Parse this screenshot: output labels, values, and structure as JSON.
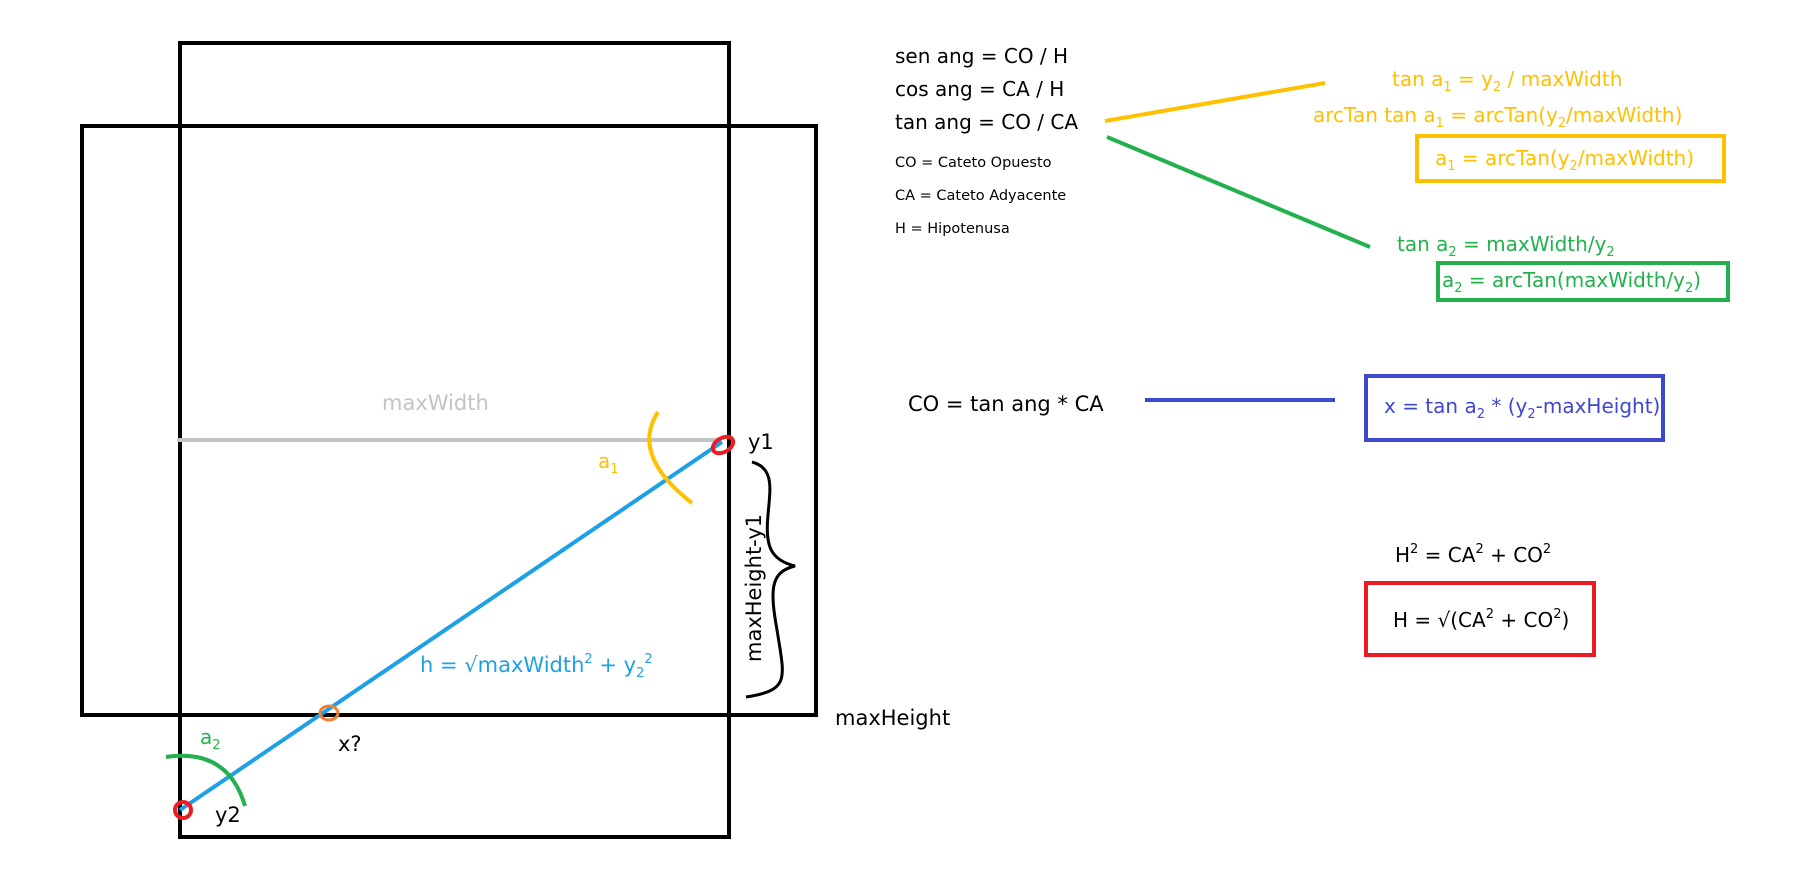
{
  "diagram": {
    "labels": {
      "max_width": "maxWidth",
      "a1": "a",
      "a1_sub": "1",
      "y1": "y1",
      "max_height_minus_y1": "maxHeight-y1",
      "max_height": "maxHeight",
      "a2": "a",
      "a2_sub": "2",
      "y2": "y2",
      "x_question": "x?",
      "hypotenuse_prefix": "h = √maxWidth",
      "hypotenuse_sup": "2",
      "hypotenuse_plus": " + y",
      "hypotenuse_sub": "2",
      "hypotenuse_sup2": "2"
    },
    "definitions": {
      "sen": "sen ang = CO / H",
      "cos": "cos ang = CA / H",
      "tan": "tan ang = CO / CA",
      "co": "CO = Cateto Opuesto",
      "ca": "CA = Cateto Adyacente",
      "h": "H = Hipotenusa"
    },
    "yellow_formulas": {
      "line1_a": "tan a",
      "line1_sub1": "1",
      "line1_b": " = y",
      "line1_sub2": "2",
      "line1_c": " / maxWidth",
      "line2_a": "arcTan tan a",
      "line2_sub1": "1",
      "line2_b": " = arcTan(y",
      "line2_sub2": "2",
      "line2_c": "/maxWidth)",
      "boxed_a": "a",
      "boxed_sub1": "1",
      "boxed_b": " = arcTan(y",
      "boxed_sub2": "2",
      "boxed_c": "/maxWidth)"
    },
    "green_formulas": {
      "line1_a": "tan a",
      "line1_sub1": "2",
      "line1_b": " = maxWidth/y",
      "line1_sub2": "2",
      "boxed_a": "a",
      "boxed_sub1": "2",
      "boxed_b": " = arcTan(maxWidth/y",
      "boxed_sub2": "2",
      "boxed_c": ")"
    },
    "blue_formulas": {
      "co_eq": "CO = tan ang * CA",
      "boxed_a": "x = tan a",
      "boxed_sub1": "2",
      "boxed_b": " * (y",
      "boxed_sub2": "2",
      "boxed_c": "-maxHeight)"
    },
    "pythagoras": {
      "line1_a": "H",
      "line1_sup1": "2",
      "line1_b": " = CA",
      "line1_sup2": "2",
      "line1_c": " + CO",
      "line1_sup3": "2",
      "boxed_a": "H = √(CA",
      "boxed_sup1": "2",
      "boxed_b": " + CO",
      "boxed_sup2": "2",
      "boxed_c": ")"
    },
    "colors": {
      "black": "#000000",
      "gray": "#C3C3C3",
      "blue_line": "#1EA0E6",
      "yellow": "#FFC000",
      "green": "#22B14C",
      "indigo": "#3F48CC",
      "red": "#ED1C24",
      "orange": "#F08030"
    }
  }
}
